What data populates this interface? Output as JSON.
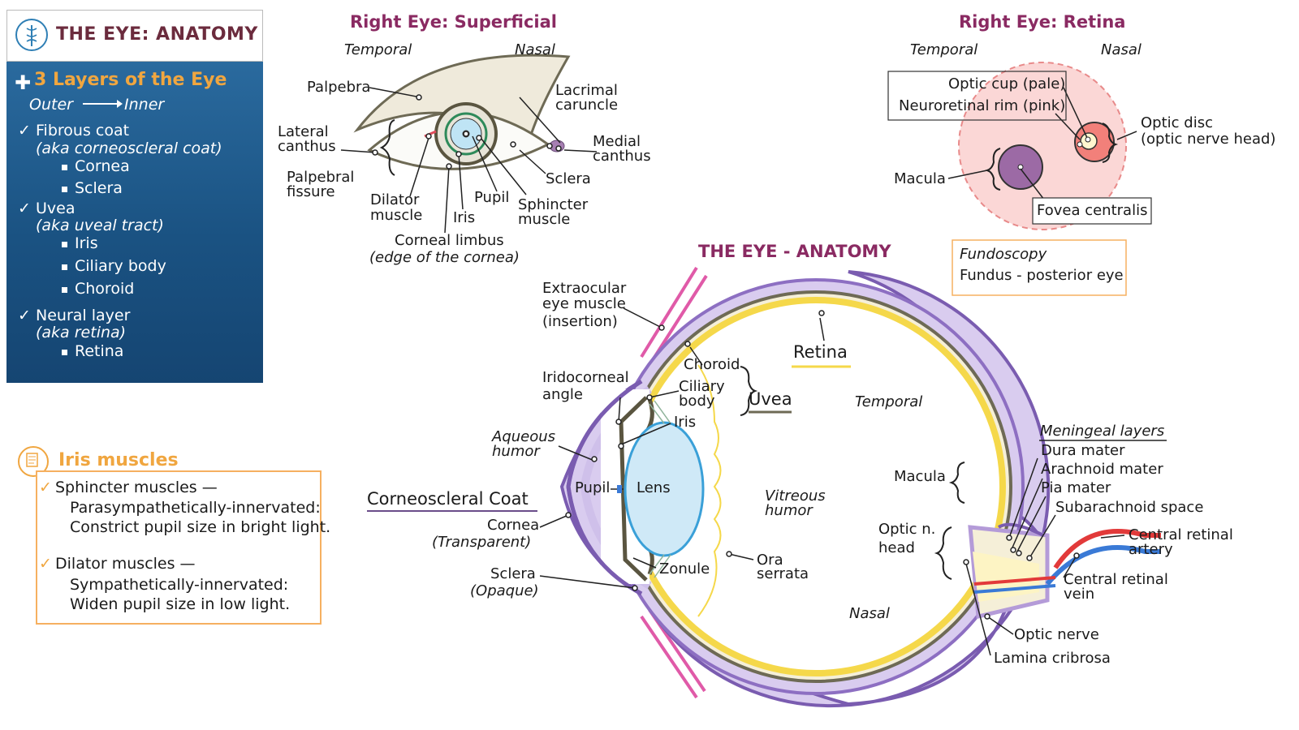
{
  "title": "THE EYE: ANATOMY",
  "layers": {
    "heading": "3 Layers of the Eye",
    "direction_from": "Outer",
    "direction_to": "Inner",
    "groups": [
      {
        "name": "Fibrous coat",
        "aka": "(aka corneoscleral coat)",
        "items": [
          "Cornea",
          "Sclera"
        ]
      },
      {
        "name": "Uvea",
        "aka": "(aka uveal tract)",
        "items": [
          "Iris",
          "Ciliary body",
          "Choroid"
        ]
      },
      {
        "name": "Neural layer",
        "aka": "(aka retina)",
        "items": [
          "Retina"
        ]
      }
    ]
  },
  "iris_muscles": {
    "heading": "Iris muscles",
    "sphincter_title": "Sphincter muscles —",
    "sphincter_line1": "Parasympathetically-innervated:",
    "sphincter_line2": "Constrict pupil size in bright light.",
    "dilator_title": "Dilator muscles —",
    "dilator_line1": "Sympathetically-innervated:",
    "dilator_line2": "Widen pupil size in low light."
  },
  "superficial": {
    "title": "Right Eye: Superficial",
    "temporal": "Temporal",
    "nasal": "Nasal",
    "palpebra": "Palpebra",
    "lateral_canthus_1": "Lateral",
    "lateral_canthus_2": "canthus",
    "palpebral_fissure_1": "Palpebral",
    "palpebral_fissure_2": "fissure",
    "dilator_1": "Dilator",
    "dilator_2": "muscle",
    "iris": "Iris",
    "pupil": "Pupil",
    "sphincter_1": "Sphincter",
    "sphincter_2": "muscle",
    "sclera": "Sclera",
    "lacrimal_1": "Lacrimal",
    "lacrimal_2": "caruncle",
    "medial_1": "Medial",
    "medial_2": "canthus",
    "limbus_1": "Corneal limbus",
    "limbus_2": "(edge of the cornea)"
  },
  "retina_view": {
    "title": "Right Eye: Retina",
    "temporal": "Temporal",
    "nasal": "Nasal",
    "optic_cup": "Optic cup (pale)",
    "neuroretinal_rim": "Neuroretinal rim (pink)",
    "optic_disc_1": "Optic disc",
    "optic_disc_2": "(optic nerve head)",
    "macula": "Macula",
    "fovea": "Fovea centralis",
    "fundoscopy": "Fundoscopy",
    "fundus": "Fundus - posterior eye"
  },
  "cross_section": {
    "title": "THE EYE - ANATOMY",
    "extraocular_1": "Extraocular",
    "extraocular_2": "eye muscle",
    "extraocular_3": "(insertion)",
    "retina": "Retina",
    "choroid": "Choroid",
    "ciliary_1": "Ciliary",
    "ciliary_2": "body",
    "uvea": "Uvea",
    "iris": "Iris",
    "iridocorneal_1": "Iridocorneal",
    "iridocorneal_2": "angle",
    "aqueous_1": "Aqueous",
    "aqueous_2": "humor",
    "corneoscleral": "Corneoscleral Coat",
    "cornea": "Cornea",
    "transparent": "(Transparent)",
    "sclera": "Sclera",
    "opaque": "(Opaque)",
    "pupil": "Pupil",
    "lens": "Lens",
    "zonule": "Zonule",
    "vitreous_1": "Vitreous",
    "vitreous_2": "humor",
    "ora_1": "Ora",
    "ora_2": "serrata",
    "temporal": "Temporal",
    "nasal": "Nasal",
    "macula": "Macula",
    "optic_head_1": "Optic n.",
    "optic_head_2": "head",
    "meningeal": "Meningeal layers",
    "dura": "Dura mater",
    "arachnoid": "Arachnoid mater",
    "pia": "Pia mater",
    "subarachnoid": "Subarachnoid space",
    "artery_1": "Central retinal",
    "artery_2": "artery",
    "vein_1": "Central retinal",
    "vein_2": "vein",
    "optic_nerve": "Optic nerve",
    "lamina": "Lamina cribrosa"
  },
  "colors": {
    "accent_maroon": "#8a2a62",
    "orange": "#f0a640",
    "panel_blue": "#1a5282",
    "sclera_purple": "#b49bd8",
    "retina_yellow": "#f5d84a",
    "muscle_pink": "#e05aa8",
    "artery_red": "#e23a3a",
    "vein_blue": "#3a7ad6"
  }
}
